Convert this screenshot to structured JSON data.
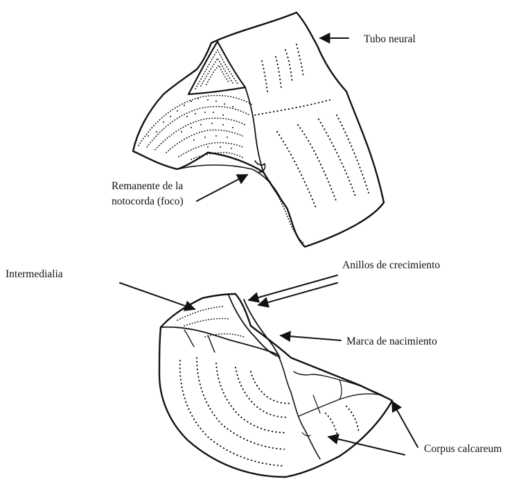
{
  "labels": {
    "neural_tube": "Tubo neural",
    "notochord_line1": "Remanente de la",
    "notochord_line2": "notocorda (foco)",
    "intermedialia": "Intermedialia",
    "growth_rings": "Anillos de crecimiento",
    "birth_mark": "Marca de nacimiento",
    "corpus_calcareum": "Corpus calcareum"
  },
  "colors": {
    "ink": "#111111",
    "background": "#ffffff"
  }
}
